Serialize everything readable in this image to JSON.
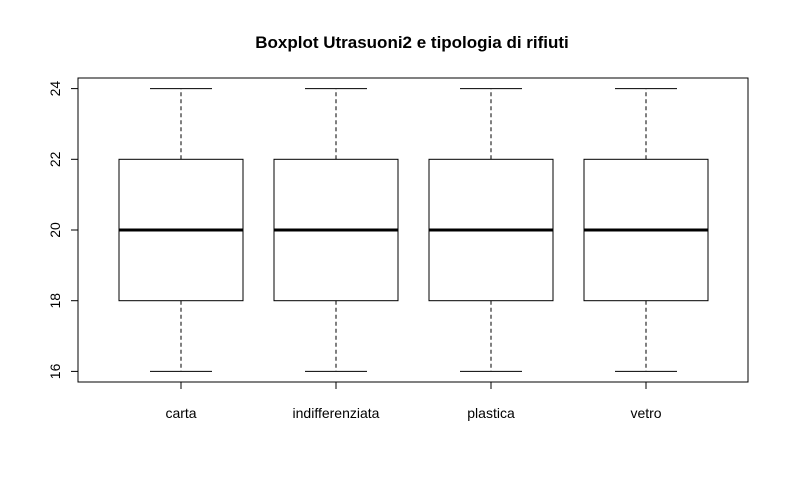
{
  "chart_data": {
    "type": "boxplot",
    "title": "Boxplot Utrasuoni2 e tipologia di rifiuti",
    "xlabel": "",
    "ylabel": "",
    "categories": [
      "carta",
      "indifferenziata",
      "plastica",
      "vetro"
    ],
    "boxes": [
      {
        "category": "carta",
        "min": 16,
        "q1": 18,
        "median": 20,
        "q3": 22,
        "max": 24
      },
      {
        "category": "indifferenziata",
        "min": 16,
        "q1": 18,
        "median": 20,
        "q3": 22,
        "max": 24
      },
      {
        "category": "plastica",
        "min": 16,
        "q1": 18,
        "median": 20,
        "q3": 22,
        "max": 24
      },
      {
        "category": "vetro",
        "min": 16,
        "q1": 18,
        "median": 20,
        "q3": 22,
        "max": 24
      }
    ],
    "yticks": [
      16,
      18,
      20,
      22,
      24
    ],
    "ylim": [
      15.7,
      24.3
    ],
    "grid": false
  }
}
